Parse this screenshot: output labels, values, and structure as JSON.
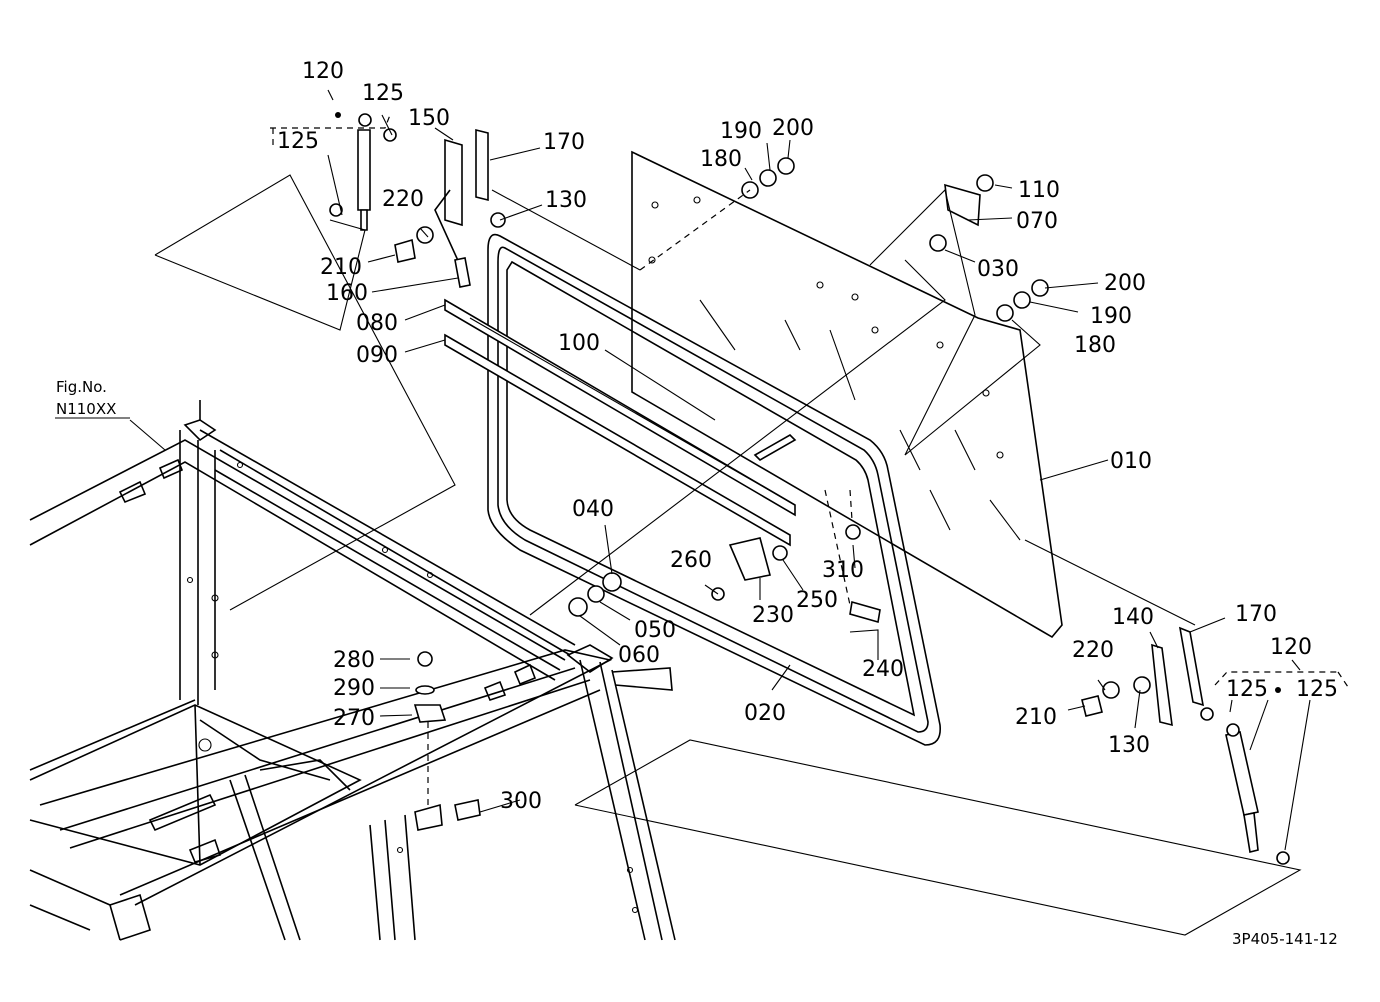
{
  "figure_ref": {
    "title": "Fig.No.",
    "code": "N110XX"
  },
  "drawing_code": "3P405-141-12",
  "labels": {
    "l120a": "120",
    "l125a": "125",
    "l125b": "125",
    "l150": "150",
    "l170a": "170",
    "l130a": "130",
    "l220a": "220",
    "l210a": "210",
    "l160": "160",
    "l080": "080",
    "l090": "090",
    "l100": "100",
    "l190a": "190",
    "l200a": "200",
    "l180a": "180",
    "l110": "110",
    "l070": "070",
    "l030": "030",
    "l200b": "200",
    "l190b": "190",
    "l180b": "180",
    "l010": "010",
    "l040": "040",
    "l050": "050",
    "l060": "060",
    "l260": "260",
    "l230": "230",
    "l250": "250",
    "l310": "310",
    "l240": "240",
    "l020": "020",
    "l280": "280",
    "l290": "290",
    "l270": "270",
    "l300": "300",
    "l140": "140",
    "l170b": "170",
    "l120b": "120",
    "l220b": "220",
    "l210b": "210",
    "l130b": "130",
    "l125c": "125",
    "l125d": "125"
  }
}
